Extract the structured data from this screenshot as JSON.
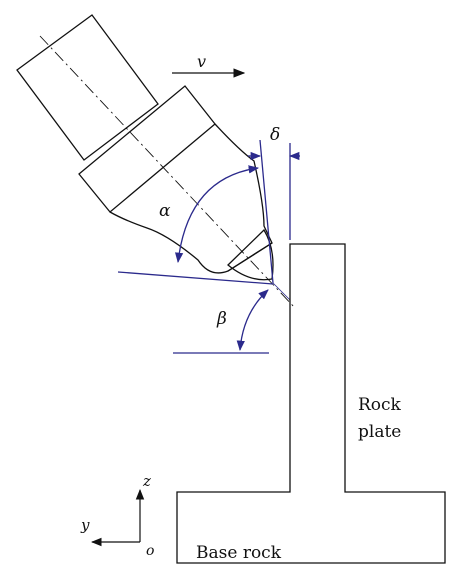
{
  "labels": {
    "velocity": "v",
    "alpha": "α",
    "beta": "β",
    "delta": "δ",
    "rock_plate_line1": "Rock",
    "rock_plate_line2": "plate",
    "base_rock": "Base rock",
    "axis_z": "z",
    "axis_y": "y",
    "axis_origin": "o"
  },
  "colors": {
    "outline": "#111111",
    "annotation": "#2b2a8c"
  }
}
